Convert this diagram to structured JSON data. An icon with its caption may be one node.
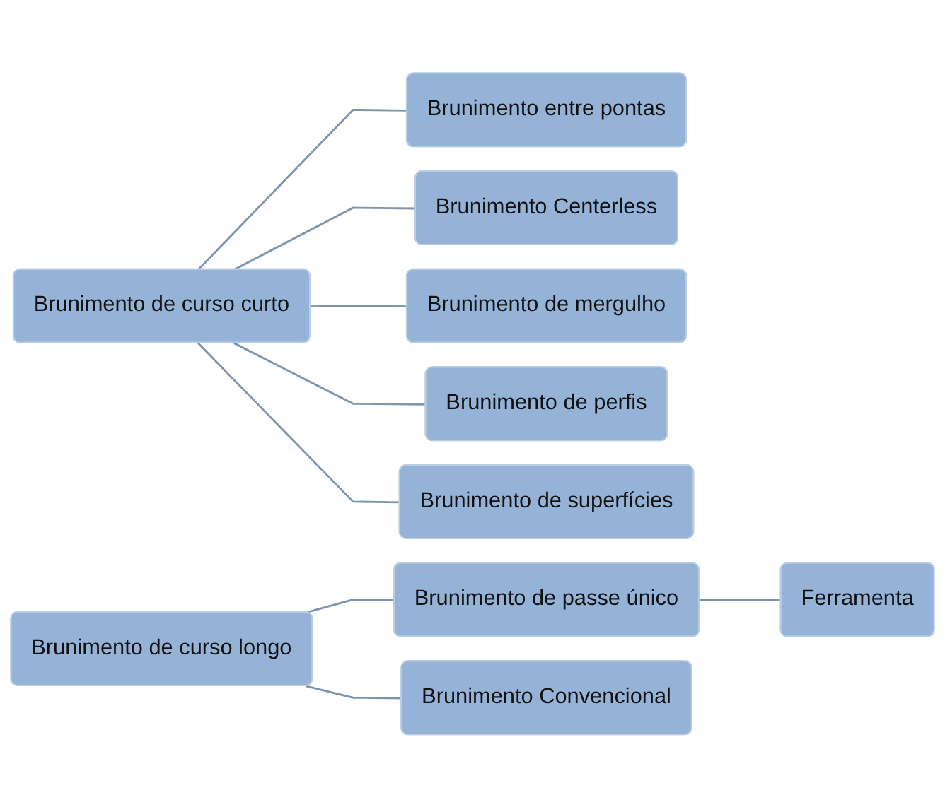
{
  "diagram": {
    "nodes": [
      {
        "text": [
          "Brunimento de curso curto"
        ]
      },
      {
        "text": [
          "Brunimento entre pontas"
        ]
      },
      {
        "text": [
          "Brunimento Centerless"
        ]
      },
      {
        "text": [
          "Brunimento de mergulho"
        ]
      },
      {
        "text": [
          "Brunimento de perfis"
        ]
      },
      {
        "text": [
          "Brunimento de superfícies"
        ]
      },
      {
        "text": [
          "Brunimento de curso longo"
        ]
      },
      {
        "text": [
          "Brunimento de passe único"
        ]
      },
      {
        "text": [
          "Ferramenta"
        ]
      },
      {
        "text": [
          "Brunimento Convencional"
        ]
      }
    ],
    "edges": [
      {
        "from": 0,
        "to": 1,
        "arrow": "none"
      },
      {
        "from": 0,
        "to": 2,
        "arrow": "none"
      },
      {
        "from": 0,
        "to": 3,
        "arrow": "none"
      },
      {
        "from": 0,
        "to": 4,
        "arrow": "none"
      },
      {
        "from": 0,
        "to": 5,
        "arrow": "none"
      },
      {
        "from": 6,
        "to": 7,
        "arrow": "none"
      },
      {
        "from": 7,
        "to": 8,
        "arrow": "none"
      },
      {
        "from": 6,
        "to": 9,
        "arrow": "none"
      }
    ]
  }
}
